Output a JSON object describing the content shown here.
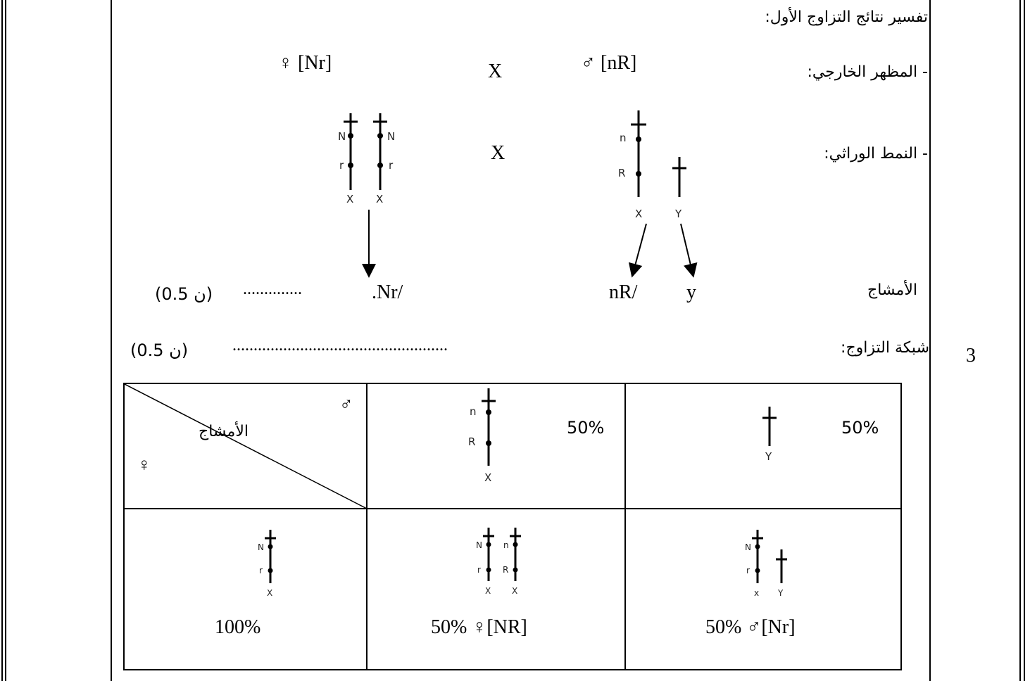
{
  "row_number": "3",
  "heading": "تفسير نتائج التزاوج الأول:",
  "phenotype": {
    "label": "- المظهر الخارجي:",
    "male": "♂ [nR]",
    "cross": "X",
    "female": "♀ [Nr]"
  },
  "genotype": {
    "label": "- النمط الوراثي:",
    "cross": "X"
  },
  "gametes": {
    "label": "الأمشاج",
    "male_y": "y",
    "male_x": "nR/",
    "female_gamete": ".Nr/",
    "female_dots": "..............",
    "score": "(0.5 ن)"
  },
  "punnett": {
    "label": "شبكة التزاوج:",
    "dots": "...................................................",
    "score": "(0.5 ن)",
    "header_gametes_label": "الأمشاج",
    "male_symbol": "♂",
    "female_symbol": "♀",
    "col1_pct": "50%",
    "col2_pct": "50%",
    "row_pct": "100%",
    "cell1_result": "50% ♀[NR]",
    "cell2_result": "50% ♂[Nr]"
  },
  "chromosome_labels": {
    "N": "N",
    "r": "r",
    "n": "n",
    "R": "R",
    "X": "X",
    "Y": "Y",
    "x": "x"
  }
}
